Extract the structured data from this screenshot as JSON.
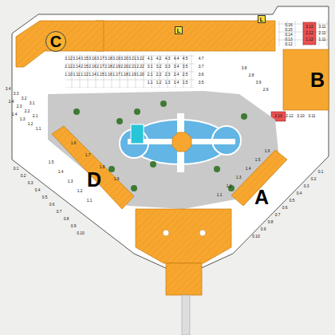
{
  "diagram": {
    "nodes": [
      {
        "text": [
          "C"
        ]
      },
      {
        "text": [
          "L"
        ]
      },
      {
        "text": [
          "L"
        ]
      },
      {
        "text": [
          "B"
        ]
      },
      {
        "text": [
          "D"
        ]
      },
      {
        "text": [
          "A"
        ]
      }
    ],
    "labels": [
      "3.12",
      "3.14",
      "3.15",
      "3.16",
      "3.17",
      "3.18",
      "3.19",
      "3.20",
      "3.21",
      "3.22",
      "2.12",
      "2.14",
      "2.15",
      "2.16",
      "2.17",
      "2.18",
      "2.19",
      "2.20",
      "2.21",
      "2.22",
      "1.10",
      "1.11",
      "1.12",
      "1.14",
      "1.15",
      "1.16",
      "1.17",
      "1.18",
      "1.19",
      "1.20",
      "4.1",
      "4.2",
      "4.3",
      "4.4",
      "4.5",
      "3.1",
      "3.2",
      "3.3",
      "3.4",
      "3.5",
      "2.1",
      "2.2",
      "2.3",
      "2.4",
      "2.5",
      "1.1",
      "1.2",
      "1.3",
      "1.4",
      "1.5",
      "4.7",
      "3.7",
      "3.6",
      "3.5",
      "3.8",
      "2.8",
      "3.9",
      "2.9",
      "0.16",
      "0.15",
      "0.14",
      "0.13",
      "0.12",
      "3.12",
      "2.12",
      "1.12",
      "3.11",
      "2.11",
      "1.11",
      "2.10",
      "2.12",
      "3.10",
      "3.11",
      "3.4",
      "3.3",
      "3.2",
      "3.1",
      "2.4",
      "2.3",
      "2.2",
      "2.1",
      "1.4",
      "1.3",
      "1.2",
      "1.1",
      "1.6",
      "1.7",
      "1.8",
      "1.9",
      "1.5",
      "1.4",
      "1.3",
      "1.2",
      "1.1",
      "0.1",
      "0.2",
      "0.3",
      "0.4",
      "0.5",
      "0.6",
      "0.7",
      "0.8",
      "0.9",
      "0.10",
      "1.6",
      "1.5",
      "1.4",
      "1.3",
      "1.2",
      "1.1",
      "0.1",
      "0.2",
      "0.3",
      "0.4",
      "0.5",
      "0.6",
      "0.7",
      "0.8",
      "0.9",
      "0.10"
    ]
  }
}
